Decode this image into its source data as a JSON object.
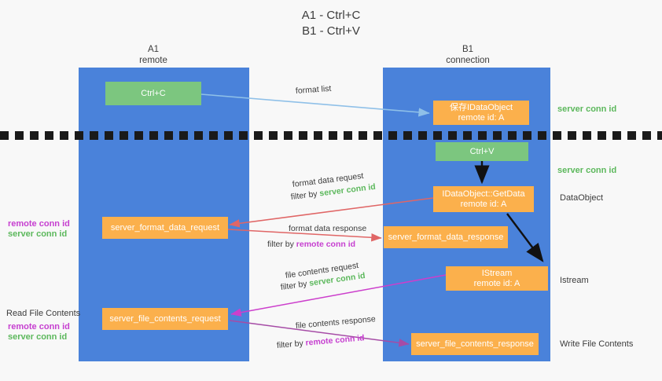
{
  "title": {
    "line1": "A1 - Ctrl+C",
    "line2": "B1 - Ctrl+V"
  },
  "columns": [
    {
      "name": "A1",
      "role": "remote"
    },
    {
      "name": "B1",
      "role": "connection"
    }
  ],
  "boxes": {
    "ctrl_c": "Ctrl+C",
    "ctrl_v": "Ctrl+V",
    "save_idataobject_l1": "保存IDataObject",
    "save_idataobject_l2": "remote id: A",
    "getdata_l1": "IDataObject::GetData",
    "getdata_l2": "remote id: A",
    "istream_l1": "IStream",
    "istream_l2": "remote id: A",
    "server_format_data_request": "server_format_data_request",
    "server_format_data_response": "server_format_data_response",
    "server_file_contents_request": "server_file_contents_request",
    "server_file_contents_response": "server_file_contents_response"
  },
  "left_notes": {
    "remote_conn_id_1": "remote conn id",
    "server_conn_id_1": "server conn id",
    "read_file_contents": "Read File Contents",
    "remote_conn_id_2": "remote conn id",
    "server_conn_id_2": "server conn id"
  },
  "right_notes": {
    "server_conn_id_1": "server conn id",
    "server_conn_id_2": "server conn id",
    "dataobject": "DataObject",
    "istream": "Istream",
    "write_file_contents": "Write File Contents"
  },
  "edges": {
    "format_list": "format list",
    "format_data_request": "format data request",
    "format_data_request_filter_prefix": "filter by ",
    "format_data_request_filter_value": "server conn id",
    "format_data_response": "format data response",
    "format_data_response_filter_prefix": "filter by ",
    "format_data_response_filter_value": "remote conn id",
    "file_contents_request": "file contents request",
    "file_contents_request_filter_prefix": "filter by ",
    "file_contents_request_filter_value": "server conn id",
    "file_contents_response": "file contents response",
    "file_contents_response_filter_prefix": "filter by ",
    "file_contents_response_filter_value": "remote conn id"
  },
  "colors": {
    "lane": "#4a82da",
    "green_box": "#7cc67f",
    "orange_box": "#fbb04c",
    "green_text": "#5cb85c",
    "purple_text": "#c63fd0",
    "arrow_light_blue": "#8fc0e8",
    "arrow_red": "#e06666",
    "arrow_magenta": "#cc3fcc",
    "arrow_purple": "#a64ca6",
    "arrow_black": "#111111",
    "divider": "#1a1a1a",
    "background": "#f8f8f8"
  }
}
